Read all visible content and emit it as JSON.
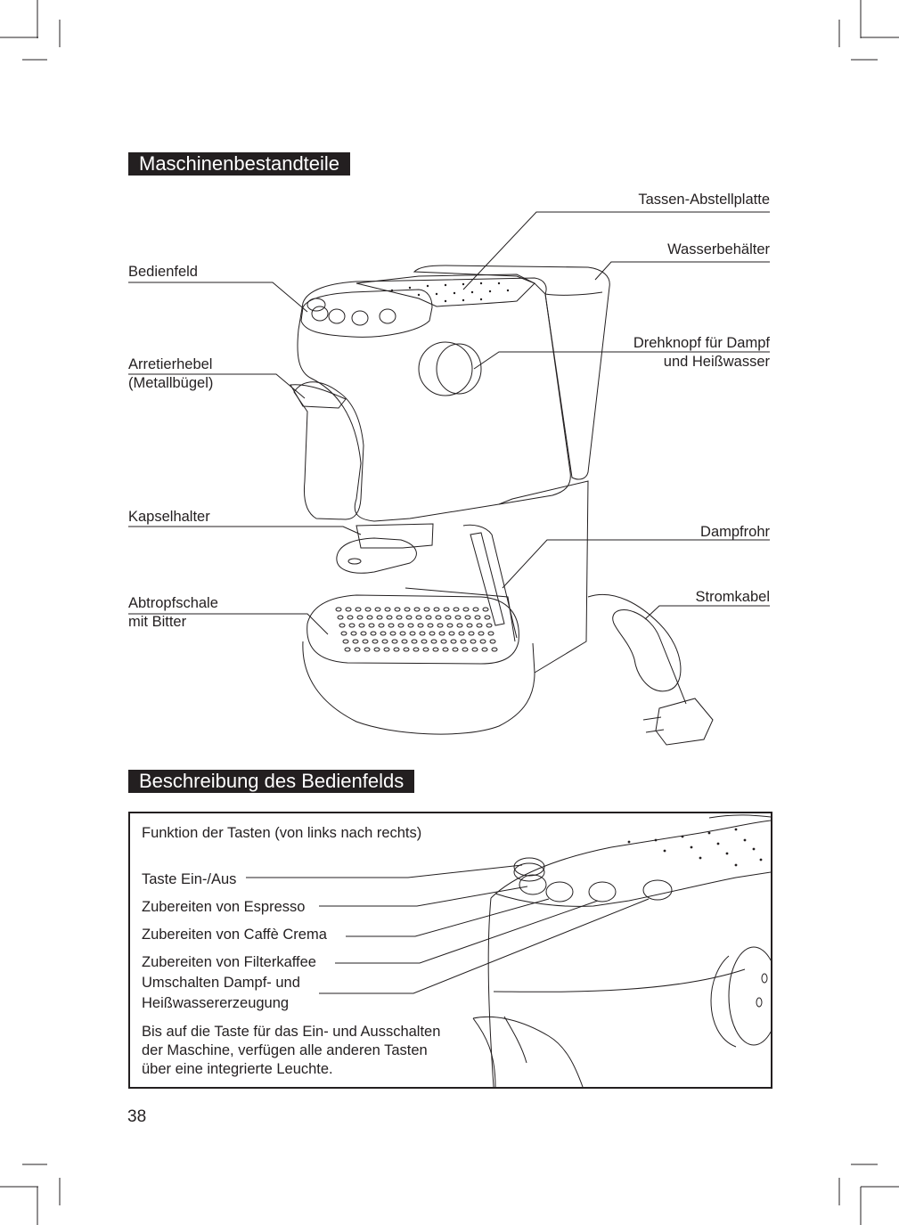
{
  "section1": {
    "title": "Maschinenbestandteile"
  },
  "labels_left": {
    "bedienfeld": "Bedienfeld",
    "arretierhebel_1": "Arretierhebel",
    "arretierhebel_2": "(Metallbügel)",
    "kapselhalter": "Kapselhalter",
    "abtropfschale_1": "Abtropfschale",
    "abtropfschale_2": "mit Bitter"
  },
  "labels_right": {
    "tassen": "Tassen-Abstellplatte",
    "wasser": "Wasserbehälter",
    "drehknopf_1": "Drehknopf für Dampf",
    "drehknopf_2": "und Heißwasser",
    "dampfrohr": "Dampfrohr",
    "stromkabel": "Stromkabel"
  },
  "section2": {
    "title": "Beschreibung des Bedienfelds"
  },
  "panel": {
    "intro": "Funktion der Tasten (von links nach rechts)",
    "keys": [
      "Taste Ein-/Aus",
      "Zubereiten von Espresso",
      "Zubereiten von Caffè Crema",
      "Zubereiten von Filterkaffee"
    ],
    "steam_1": "Umschalten Dampf- und",
    "steam_2": "Heißwassererzeugung",
    "note_1": "Bis auf die Taste für das Ein- und Ausschalten",
    "note_2": "der Maschine, verfügen alle anderen Tasten",
    "note_3": "über eine integrierte Leuchte."
  },
  "page_number": "38"
}
